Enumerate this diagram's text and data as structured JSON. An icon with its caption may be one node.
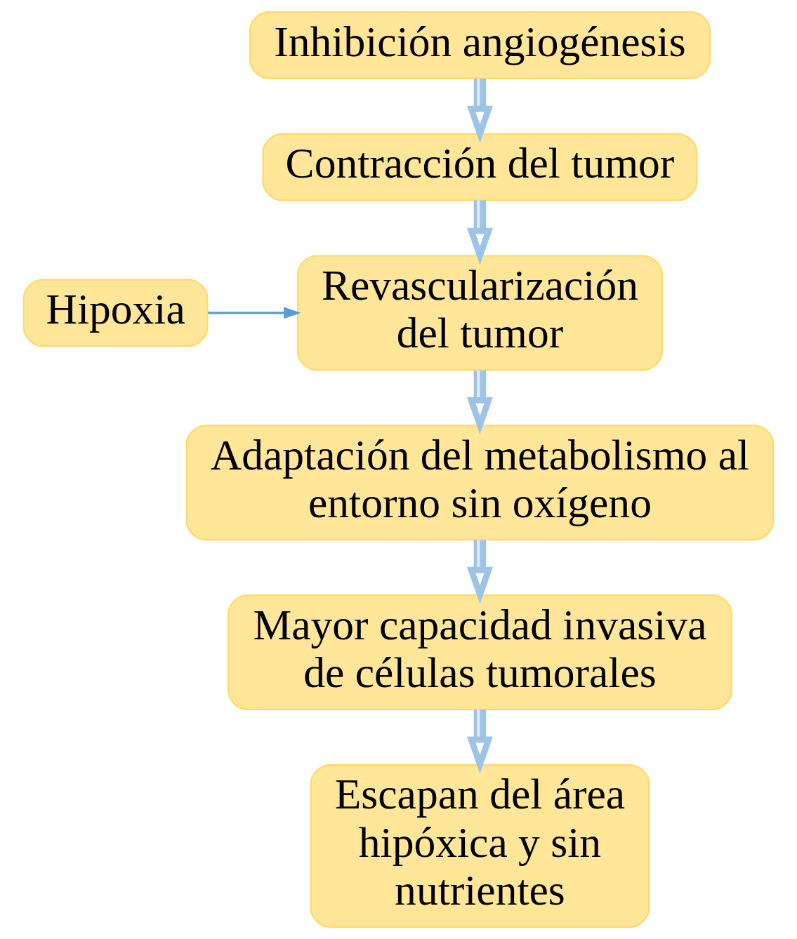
{
  "diagram": {
    "nodes": [
      {
        "text": [
          "Inhibición angiogénesis"
        ]
      },
      {
        "text": [
          "Contracción del tumor"
        ]
      },
      {
        "text": [
          "Hipoxia"
        ]
      },
      {
        "text": [
          "Revascularización del tumor"
        ]
      },
      {
        "text": [
          "Adaptación del metabolismo al entorno sin oxígeno"
        ]
      },
      {
        "text": [
          "Mayor capacidad invasiva de células tumorales"
        ]
      },
      {
        "text": [
          "Escapan del área hipóxica y sin nutrientes"
        ]
      }
    ],
    "edges": [
      {
        "from": 0,
        "to": 1,
        "arrow": "to"
      },
      {
        "from": 1,
        "to": 3,
        "arrow": "to"
      },
      {
        "from": 2,
        "to": 3,
        "arrow": "to",
        "color": "#5b9bd5"
      },
      {
        "from": 3,
        "to": 4,
        "arrow": "to"
      },
      {
        "from": 4,
        "to": 5,
        "arrow": "to"
      },
      {
        "from": 5,
        "to": 6,
        "arrow": "to"
      }
    ]
  }
}
